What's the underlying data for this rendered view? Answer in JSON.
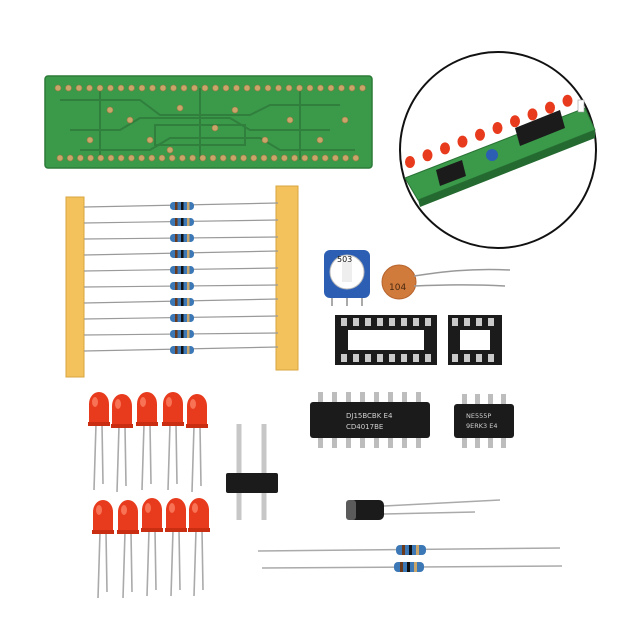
{
  "image": {
    "description_free": true
  },
  "colors": {
    "background": "#ffffff",
    "pcb_green": "#3a9a4a",
    "pcb_trace": "#2f7d3c",
    "pad_copper": "#c9a56a",
    "tape": "#f3c25c",
    "resistor_body": "#3b78b5",
    "led_red": "#e83a1c",
    "ic_black": "#1b1b1b",
    "pot_blue": "#2c5fb3",
    "cap_ceramic": "#d07a3c"
  },
  "labels": {
    "pot_code": "503",
    "cap_code": "104",
    "ic_large_line1": "CD4017BE",
    "ic_large_line2": "DJ15BCBK E4",
    "ic_small_line1": "NE555P",
    "ic_small_line2": "9ERK3 E4"
  }
}
